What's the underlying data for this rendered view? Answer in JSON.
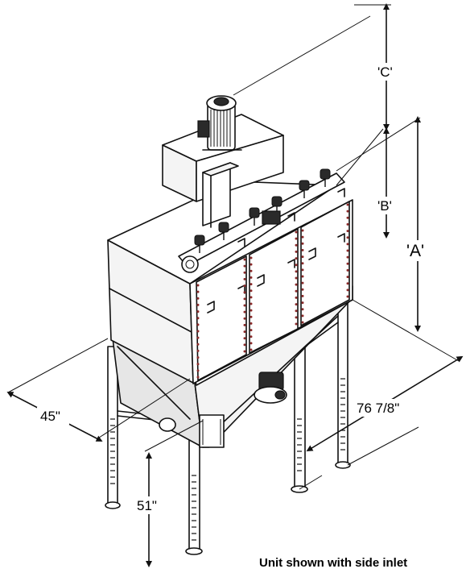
{
  "dimensions": {
    "a_label": "'A'",
    "b_label": "'B'",
    "c_label": "'C'",
    "width_label": "45\"",
    "depth_label": "76 7/8\"",
    "inlet_height_label": "51\""
  },
  "caption": "Unit shown with side inlet",
  "colors": {
    "line": "#111111",
    "bolt_dots": "#8a2a2a",
    "background": "#ffffff"
  }
}
